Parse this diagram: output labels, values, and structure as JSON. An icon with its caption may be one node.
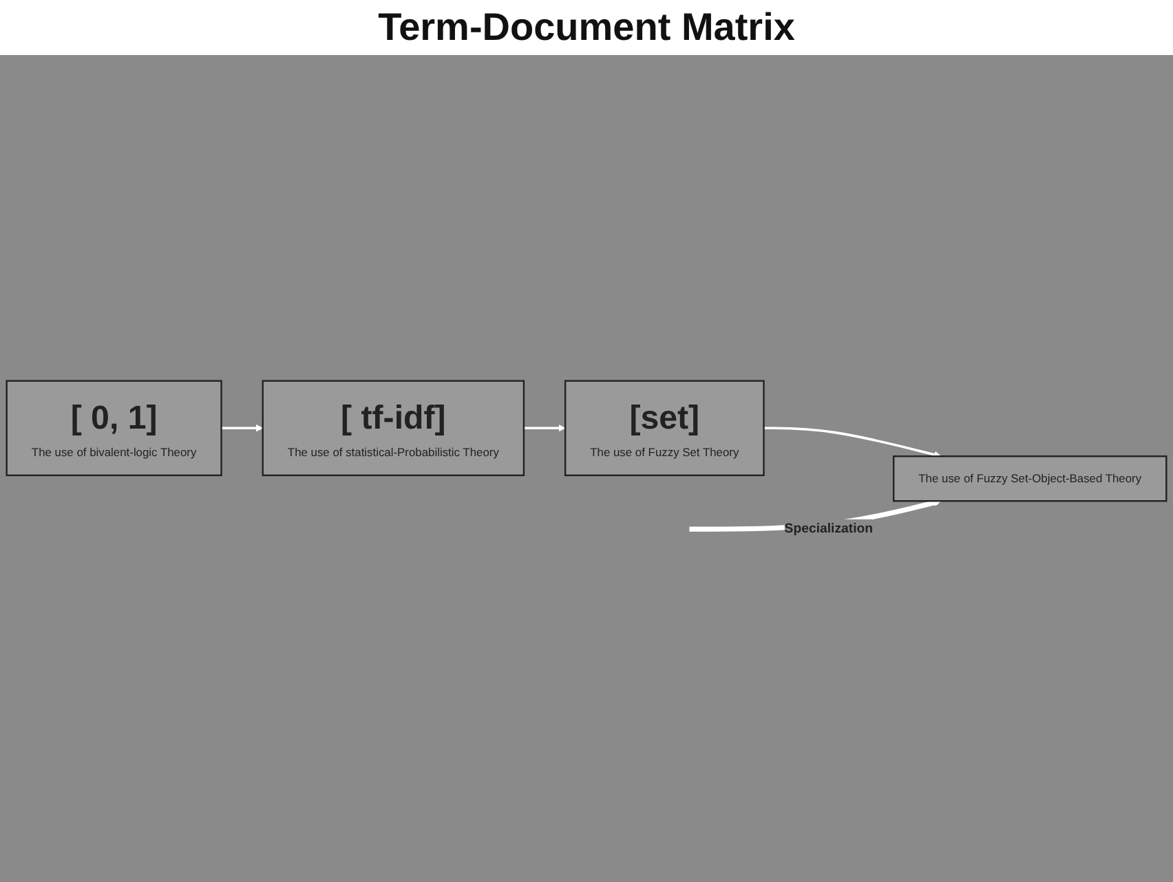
{
  "diagram": {
    "title": "Term-Document Matrix",
    "nodes": [
      {
        "text": [
          "[ 0, 1]",
          "The use of bivalent-logic Theory"
        ]
      },
      {
        "text": [
          "[ tf-idf]",
          "The use of statistical-Probabilistic Theory"
        ]
      },
      {
        "text": [
          "[set]",
          "The use of Fuzzy Set Theory"
        ]
      },
      {
        "text": [
          "The use of Fuzzy Set-Object-Based  Theory"
        ]
      }
    ],
    "edges": [
      {
        "from": 0,
        "to": 1,
        "arrow": "to"
      },
      {
        "from": 1,
        "to": 2,
        "arrow": "to"
      },
      {
        "from": 2,
        "to": 3,
        "arrow": "to"
      },
      {
        "from": null,
        "to": 3,
        "arrow": "to",
        "label": "Specialization",
        "style": "thick"
      }
    ]
  }
}
